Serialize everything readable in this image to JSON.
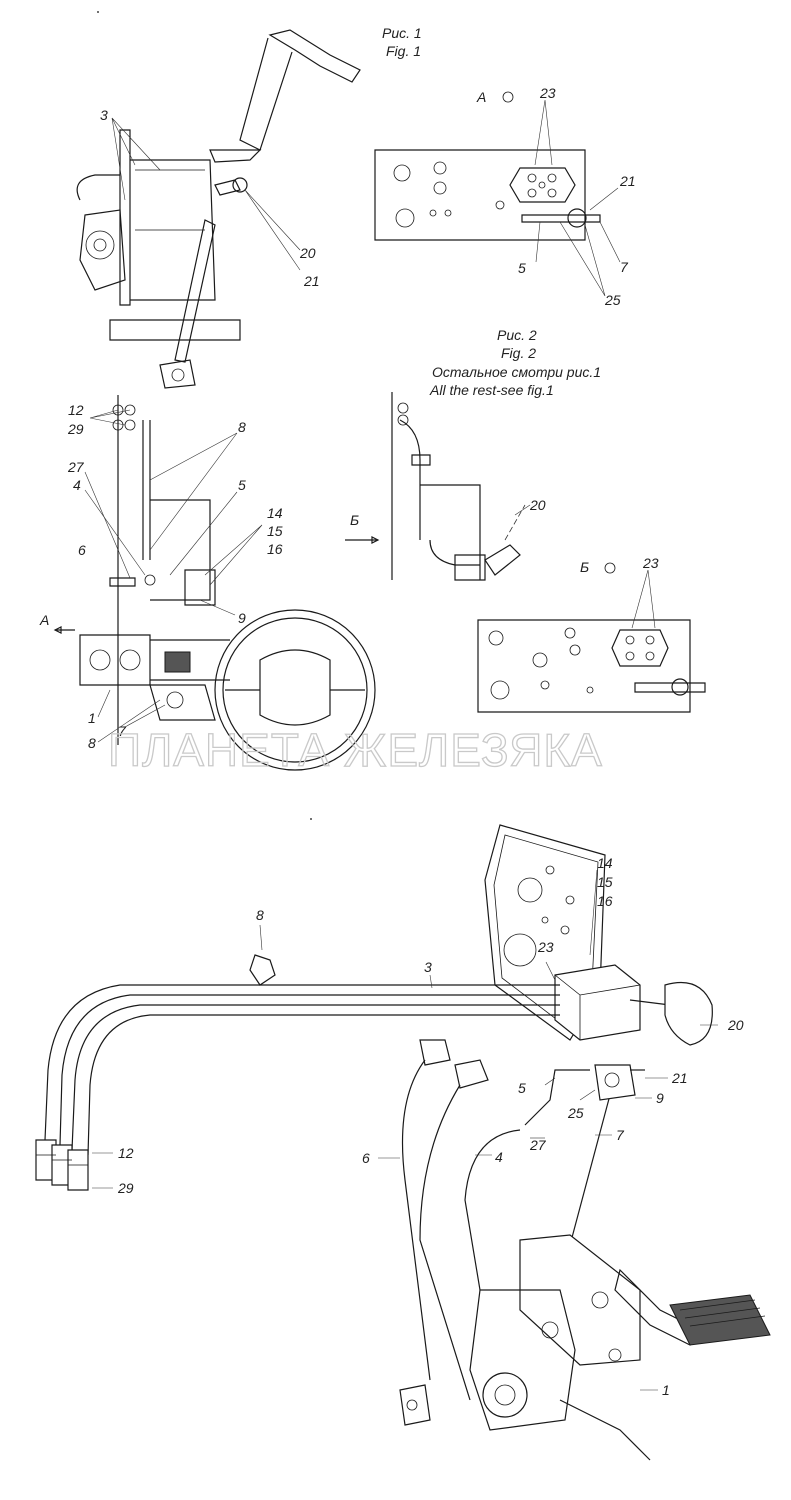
{
  "fig1": {
    "title_ru": "Рис. 1",
    "title_en": "Fig. 1"
  },
  "fig2": {
    "title_ru": "Рис. 2",
    "title_en": "Fig. 2",
    "note_ru": "Остальное смотри рис.1",
    "note_en": "All the rest-see fig.1"
  },
  "view_a": {
    "letter": "А"
  },
  "view_b": {
    "letter": "Б"
  },
  "watermark": "ПЛАНЕТА ЖЕЛЕЗЯКА",
  "callouts": {
    "fig1": [
      "3",
      "20",
      "21"
    ],
    "view_a": [
      "23",
      "21",
      "7",
      "5",
      "25"
    ],
    "front": [
      "12",
      "29",
      "8",
      "27",
      "4",
      "5",
      "6",
      "14",
      "15",
      "16",
      "9",
      "1",
      "8",
      "7"
    ],
    "fig2": [
      "20"
    ],
    "view_b": [
      "23"
    ],
    "iso": [
      "14",
      "15",
      "16",
      "8",
      "23",
      "3",
      "20",
      "21",
      "9",
      "5",
      "25",
      "7",
      "27",
      "4",
      "6",
      "12",
      "29",
      "1"
    ]
  },
  "arrows": {
    "a": "А",
    "b": "Б"
  }
}
